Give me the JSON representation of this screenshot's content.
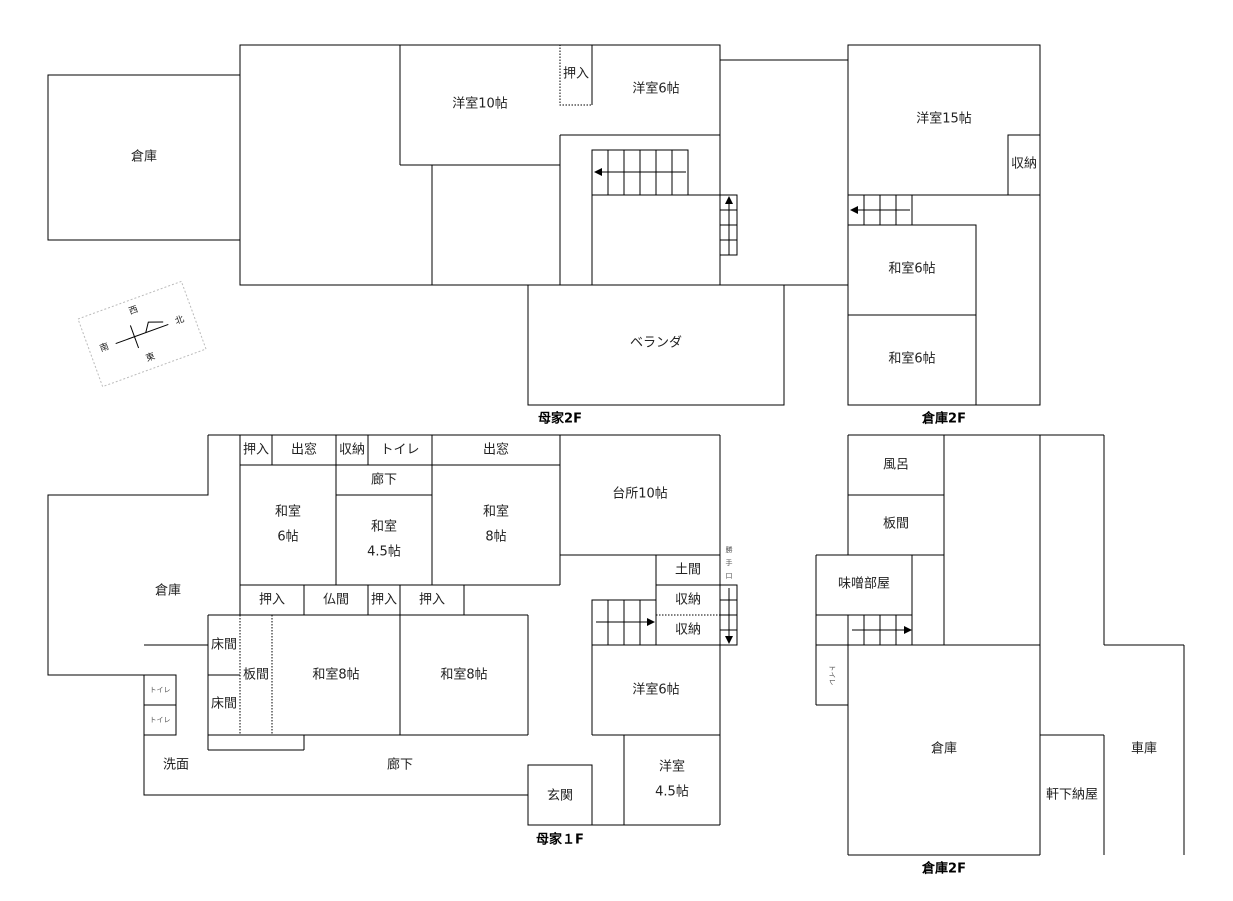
{
  "captions": {
    "main_2f": "母家2F",
    "storage_2f_top": "倉庫2F",
    "main_1f": "母家１F",
    "storage_2f_bottom": "倉庫2F"
  },
  "compass": {
    "north": "北",
    "east": "東",
    "south": "南",
    "west": "西"
  },
  "main_2f": {
    "storage": "倉庫",
    "western_10": "洋室10帖",
    "closet": "押入",
    "western_6": "洋室6帖",
    "veranda": "ベランダ"
  },
  "storage_2f_top": {
    "western_15": "洋室15帖",
    "storage_closet": "収納",
    "japanese_6_a": "和室6帖",
    "japanese_6_b": "和室6帖"
  },
  "main_1f": {
    "storage": "倉庫",
    "closet_a": "押入",
    "bay_window_a": "出窓",
    "storage_closet_a": "収納",
    "toilet_top": "トイレ",
    "bay_window_b": "出窓",
    "hallway_top": "廊下",
    "japanese_room_a": "和室",
    "six_tatami": "6帖",
    "japanese_room_b": "和室",
    "four_half_tatami": "4.5帖",
    "japanese_room_c": "和室",
    "eight_tatami": "8帖",
    "kitchen": "台所10帖",
    "back_door": "勝手口",
    "earth_floor": "土間",
    "storage_closet_b": "収納",
    "storage_closet_c": "収納",
    "closet_b": "押入",
    "altar_room": "仏間",
    "closet_c": "押入",
    "closet_d": "押入",
    "tokonoma_a": "床間",
    "tokonoma_b": "床間",
    "board_room": "板間",
    "japanese_8_a": "和室8帖",
    "japanese_8_b": "和室8帖",
    "western_6": "洋室6帖",
    "toilet_a": "トイレ",
    "toilet_b": "トイレ",
    "washroom": "洗面",
    "hallway": "廊下",
    "entrance": "玄関",
    "western_45_label": "洋室",
    "western_45_size": "4.5帖"
  },
  "storage_2f_bottom": {
    "bath": "風呂",
    "board_room": "板間",
    "miso_room": "味噌部屋",
    "toilet": "トイレ",
    "storage": "倉庫",
    "eaves_shed": "軒下納屋",
    "garage": "車庫"
  }
}
